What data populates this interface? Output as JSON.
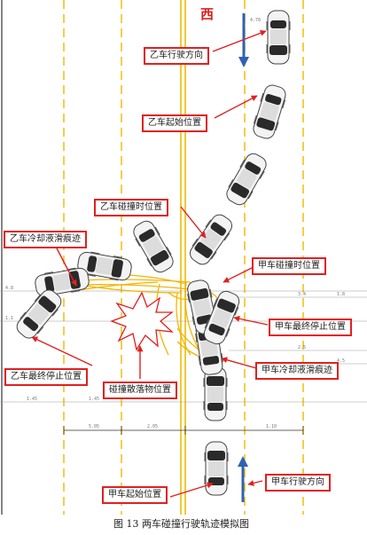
{
  "direction_label": "西",
  "labels": {
    "b_travel_direction": "乙车行驶方向",
    "b_start_position": "乙车起始位置",
    "b_collision_position": "乙车碰撞时位置",
    "b_coolant_trace": "乙车冷却液滑痕迹",
    "b_final_position": "乙车最终停止位置",
    "a_collision_position": "甲车碰撞时位置",
    "a_final_position": "甲车最终停止位置",
    "a_coolant_trace": "甲车冷却液滑痕迹",
    "debris_position": "碰撞散落物位置",
    "a_start_position": "甲车起始位置",
    "a_travel_direction": "甲车行驶方向"
  },
  "caption": "图 13 两车碰撞行驶轨迹模拟图",
  "measurements": {
    "car_b_top": "4.78",
    "left_upper": "4.8",
    "left_lower": "1.1",
    "mid_left": "5.05",
    "mid_right": "2.05",
    "bottom_left": "1.45",
    "bottom_mid": "1.45",
    "bottom_right": "1.10",
    "right_a": "3.4",
    "right_b": "2.5",
    "right_c": "4.5",
    "right_d": "1.8"
  },
  "colors": {
    "label_border": "#e02020",
    "arrow_blue": "#2f62b3",
    "lane_yellow": "#f2c21a",
    "coolant_trace": "#f4b400",
    "car_body": "#f3f3f3",
    "car_glass": "#2a2a2a"
  }
}
